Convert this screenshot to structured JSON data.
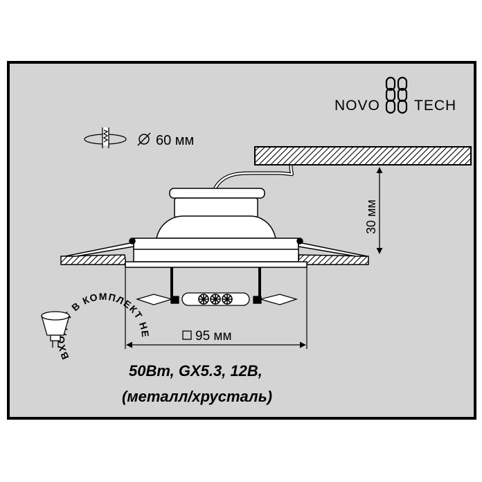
{
  "brand": {
    "name_left": "NOVO",
    "name_right": "TECH"
  },
  "cutout": {
    "label": "60 мм",
    "diameter_symbol": "⌀"
  },
  "dimensions": {
    "height_label": "30 мм",
    "width_label": "95 мм",
    "width_symbol": "□"
  },
  "lamp_note": {
    "text": "ВХОДИТ В КОМПЛЕКТ НЕ"
  },
  "specs": {
    "line1": "50Bт, GX5.3, 12B,",
    "line2": "(металл/хрусталь)"
  },
  "colors": {
    "background": "#d4d4d4",
    "frame": "#000000",
    "line": "#000000",
    "hatch_fill": "#ffffff"
  },
  "icons": [
    "novotech-logo-icon",
    "cutout-hole-icon",
    "diameter-icon",
    "square-icon",
    "halogen-lamp-icon"
  ]
}
